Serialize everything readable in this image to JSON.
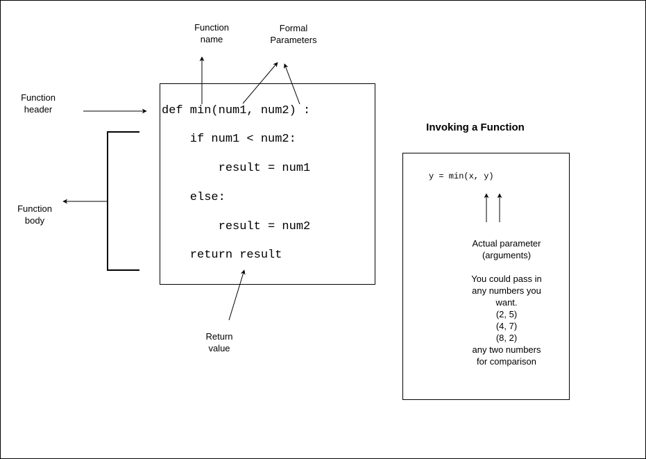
{
  "labels": {
    "function_name": [
      "Function",
      "name"
    ],
    "formal_parameters": [
      "Formal",
      "Parameters"
    ],
    "function_header": [
      "Function",
      "header"
    ],
    "function_body": [
      "Function",
      "body"
    ],
    "return_value": [
      "Return",
      "value"
    ]
  },
  "code": {
    "lines": [
      "def min(num1, num2) :",
      "    if num1 < num2:",
      "        result = num1",
      "    else:",
      "        result = num2",
      "    return result"
    ]
  },
  "invoking": {
    "title": "Invoking a Function",
    "code": "y = min(x, y)",
    "actual_parameter": [
      "Actual parameter",
      "(arguments)"
    ],
    "note": [
      "You could pass in",
      "any numbers you",
      "want.",
      "(2, 5)",
      "(4, 7)",
      "(8, 2)",
      "any two numbers",
      "for comparison"
    ]
  }
}
